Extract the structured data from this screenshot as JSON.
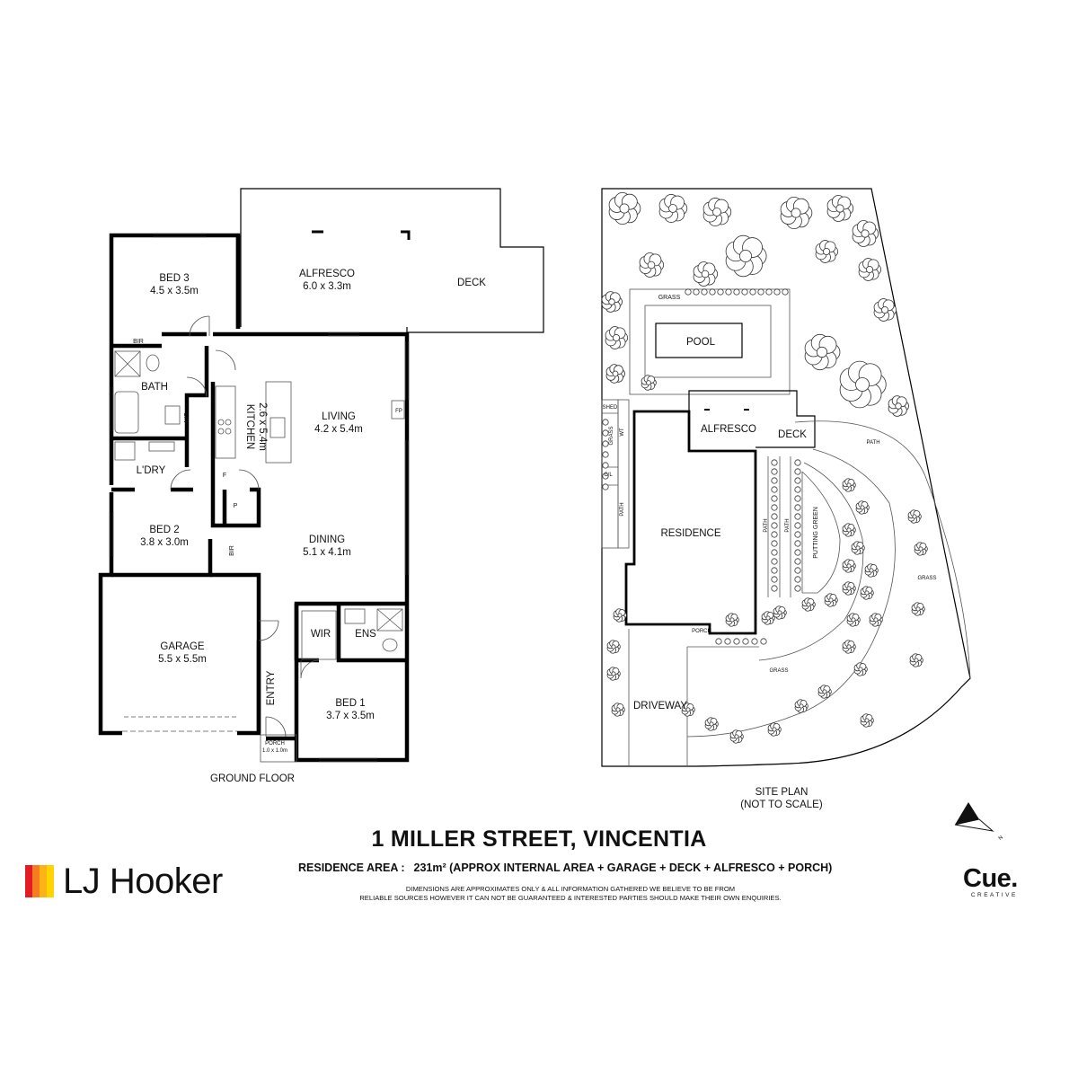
{
  "brand": {
    "name": "LJ Hooker",
    "colors": [
      "#e31b23",
      "#f57c20",
      "#fbb316",
      "#ffd400"
    ]
  },
  "floorplan": {
    "caption": "GROUND FLOOR",
    "rooms": {
      "bed3": {
        "name": "BED 3",
        "dims": "4.5 x 3.5m"
      },
      "alfresco": {
        "name": "ALFRESCO",
        "dims": "6.0 x 3.3m"
      },
      "deck": {
        "name": "DECK"
      },
      "bir": "BIR",
      "bath": "BATH",
      "lin": "LIN",
      "kitchen": {
        "name": "KITCHEN",
        "dims": "2.6 x 5.4m"
      },
      "living": {
        "name": "LIVING",
        "dims": "4.2 x 5.4m"
      },
      "fp": "FP",
      "laundry": "L'DRY",
      "fridge": "F",
      "pantry": "P",
      "bed2": {
        "name": "BED 2",
        "dims": "3.8 x 3.0m"
      },
      "bir2": "BIR",
      "dining": {
        "name": "DINING",
        "dims": "5.1 x 4.1m"
      },
      "wir": "WIR",
      "ens": "ENS",
      "garage": {
        "name": "GARAGE",
        "dims": "5.5 x 5.5m"
      },
      "entry": "ENTRY",
      "porch": {
        "name": "PORCH",
        "dims": "1.0 x 1.0m"
      },
      "bed1": {
        "name": "BED 1",
        "dims": "3.7 x 3.5m"
      }
    }
  },
  "siteplan": {
    "caption_line1": "SITE PLAN",
    "caption_line2": "(NOT TO SCALE)",
    "labels": {
      "grass_top": "GRASS",
      "pool": "POOL",
      "shed": "SHED",
      "grass_left": "GRASS",
      "wt": "WT",
      "alfresco": "ALFRESCO",
      "deck": "DECK",
      "path_right": "PATH",
      "cl": "C/L",
      "path_left": "PATH",
      "residence": "RESIDENCE",
      "path_a": "PATH",
      "path_b": "PATH",
      "putting_green": "PUTTING GREEN",
      "grass_right": "GRASS",
      "porch": "PORCH",
      "grass_bottom": "GRASS",
      "driveway": "DRIVEWAY"
    },
    "north": "N"
  },
  "property": {
    "address": "1 MILLER STREET, VINCENTIA",
    "area_label": "RESIDENCE AREA :",
    "area_value": "231m² (APPROX INTERNAL AREA + GARAGE + DECK + ALFRESCO + PORCH)",
    "disclaimer": "DIMENSIONS ARE APPROXIMATES ONLY & ALL INFORMATION GATHERED WE BELIEVE TO BE FROM\nRELIABLE SOURCES HOWEVER IT CAN NOT BE GUARANTEED & INTERESTED PARTIES SHOULD MAKE THEIR OWN ENQUIRIES."
  },
  "credit": {
    "name": "Cue.",
    "sub": "CREATIVE"
  },
  "icons": [
    "north-arrow-icon",
    "tree-icon",
    "toilet-icon",
    "shower-icon",
    "bathtub-icon",
    "sink-icon",
    "door-swing-icon"
  ]
}
